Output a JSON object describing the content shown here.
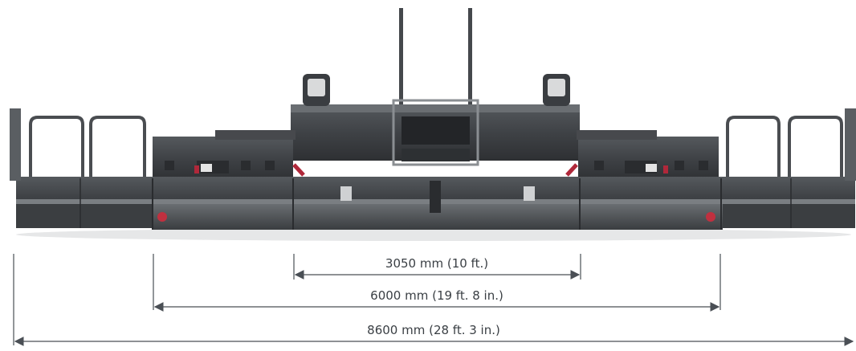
{
  "dimensions": [
    {
      "label": "3050 mm (10 ft.)"
    },
    {
      "label": "6000 mm (19 ft. 8 in.)"
    },
    {
      "label": "8600 mm (28 ft. 3 in.)"
    }
  ],
  "colors": {
    "machine_body": "#3d4043",
    "machine_dark": "#2b2d30",
    "machine_light": "#5a5e62",
    "accent_red": "#b0283a",
    "dimension_line": "#4a4f55",
    "background": "#ffffff"
  }
}
